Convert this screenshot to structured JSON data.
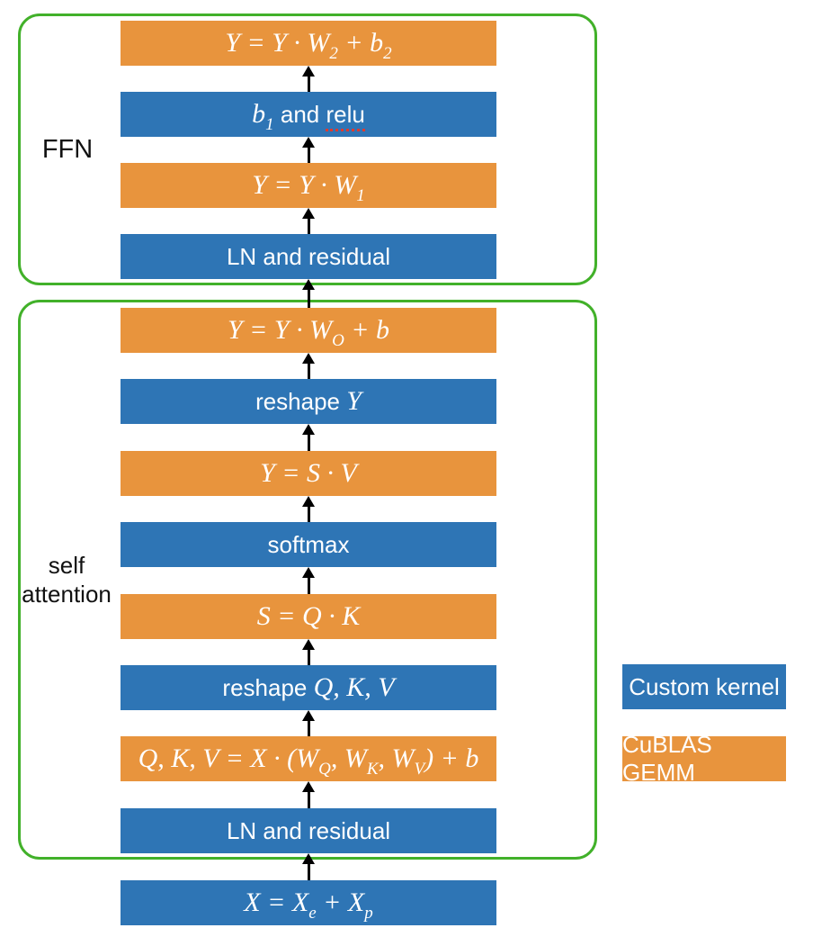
{
  "palette": {
    "blue": "#2E75B5",
    "orange": "#E8943D",
    "green": "#42B12A",
    "arrow_black": "#000000",
    "box_text": "#FFFFFF",
    "label_text": "#111111",
    "misspell_red": "#E0392E"
  },
  "labels": {
    "ffn": "FFN",
    "self_attention_line1": "self",
    "self_attention_line2": "attention"
  },
  "legend": {
    "items": [
      {
        "label": "Custom kernel",
        "color": "blue"
      },
      {
        "label": "CuBLAS GEMM",
        "color": "orange"
      }
    ]
  },
  "flow": {
    "boxes": [
      {
        "name": "box-ffn-gemm-w2",
        "color": "orange",
        "segments": [
          {
            "t": "Y = Y · W",
            "s": "math"
          },
          {
            "t": "2",
            "s": "sub"
          },
          {
            "t": " + b",
            "s": "math"
          },
          {
            "t": "2",
            "s": "sub"
          }
        ]
      },
      {
        "name": "box-ffn-bias-relu",
        "color": "blue",
        "segments": [
          {
            "t": "b",
            "s": "math"
          },
          {
            "t": "1",
            "s": "sub"
          },
          {
            "t": " and ",
            "s": "plain"
          },
          {
            "t": "relu",
            "s": "misspell"
          }
        ]
      },
      {
        "name": "box-ffn-gemm-w1",
        "color": "orange",
        "segments": [
          {
            "t": "Y = Y · W",
            "s": "math"
          },
          {
            "t": "1",
            "s": "sub"
          }
        ]
      },
      {
        "name": "box-ffn-ln-residual",
        "color": "blue",
        "segments": [
          {
            "t": "LN and residual",
            "s": "plain"
          }
        ]
      },
      {
        "name": "box-attn-output-proj",
        "color": "orange",
        "segments": [
          {
            "t": "Y = Y · W",
            "s": "math"
          },
          {
            "t": "O",
            "s": "sub"
          },
          {
            "t": " + b",
            "s": "math"
          }
        ]
      },
      {
        "name": "box-attn-reshape-y",
        "color": "blue",
        "segments": [
          {
            "t": "reshape ",
            "s": "plain"
          },
          {
            "t": "Y",
            "s": "math"
          }
        ]
      },
      {
        "name": "box-attn-sv-gemm",
        "color": "orange",
        "segments": [
          {
            "t": "Y = S · V",
            "s": "math"
          }
        ]
      },
      {
        "name": "box-attn-softmax",
        "color": "blue",
        "segments": [
          {
            "t": "softmax",
            "s": "plain"
          }
        ]
      },
      {
        "name": "box-attn-qk-gemm",
        "color": "orange",
        "segments": [
          {
            "t": "S = Q · K",
            "s": "math"
          }
        ]
      },
      {
        "name": "box-attn-reshape-qkv",
        "color": "blue",
        "segments": [
          {
            "t": "reshape ",
            "s": "plain"
          },
          {
            "t": "Q, K, V",
            "s": "math"
          }
        ]
      },
      {
        "name": "box-attn-qkv-proj",
        "color": "orange",
        "segments": [
          {
            "t": "Q, K, V = X · (W",
            "s": "math"
          },
          {
            "t": "Q",
            "s": "sub"
          },
          {
            "t": ", W",
            "s": "math"
          },
          {
            "t": "K",
            "s": "sub"
          },
          {
            "t": ", W",
            "s": "math"
          },
          {
            "t": "V",
            "s": "sub"
          },
          {
            "t": ") + b",
            "s": "math"
          }
        ]
      },
      {
        "name": "box-attn-ln-residual",
        "color": "blue",
        "segments": [
          {
            "t": "LN and residual",
            "s": "plain"
          }
        ]
      },
      {
        "name": "box-input-embedding",
        "color": "blue",
        "segments": [
          {
            "t": "X = X",
            "s": "math"
          },
          {
            "t": "e",
            "s": "sub"
          },
          {
            "t": " + X",
            "s": "math"
          },
          {
            "t": "p",
            "s": "sub"
          }
        ]
      }
    ]
  }
}
